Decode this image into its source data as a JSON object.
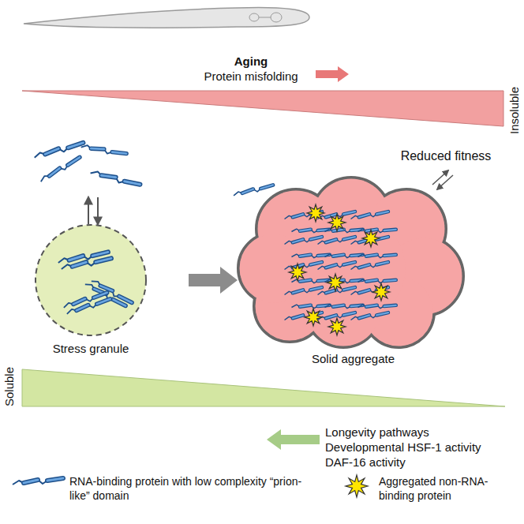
{
  "diagram": {
    "nodes": [
      {
        "text": [
          "Stress granule"
        ]
      },
      {
        "text": [
          "Solid aggregate"
        ]
      }
    ],
    "edges": [
      {
        "from": 0,
        "to": 1,
        "arrow": "to"
      }
    ],
    "labels": [
      "Aging",
      "Protein misfolding",
      "Insoluble",
      "Reduced fitness",
      "Soluble",
      "Longevity pathways",
      "Developmental HSF-1 activity",
      "DAF-16 activity"
    ],
    "legend": [
      {
        "text": "RNA-binding protein with low complexity “prion-like” domain"
      },
      {
        "text": "Aggregated non-RNA-binding protein"
      }
    ]
  }
}
